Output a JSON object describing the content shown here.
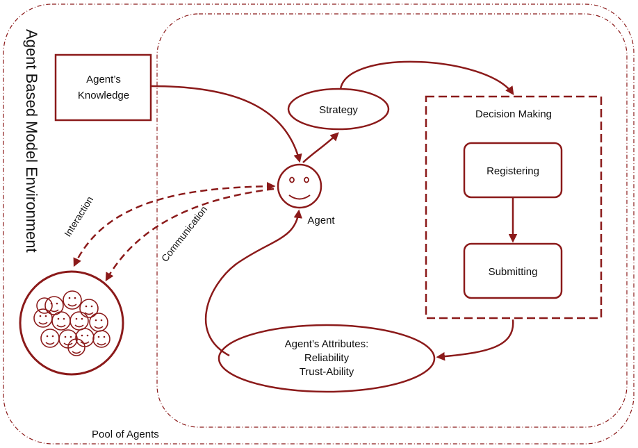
{
  "colors": {
    "accent": "#8b1a1a",
    "text": "#111111",
    "background": "#ffffff"
  },
  "environment": {
    "title": "Agent Based Model Environment",
    "pool_label": "Pool of Agents"
  },
  "knowledge_box": {
    "line1": "Agent’s",
    "line2": "Knowledge"
  },
  "strategy": {
    "label": "Strategy"
  },
  "agent": {
    "label": "Agent",
    "icon": "smiley-face-icon"
  },
  "decision_making": {
    "title": "Decision Making",
    "step1": "Registering",
    "step2": "Submitting"
  },
  "attributes": {
    "line1": "Agent’s Attributes:",
    "line2": "Reliability",
    "line3": "Trust-Ability"
  },
  "links": {
    "interaction": "Interaction",
    "communication": "Communication"
  },
  "pool_icon": "crowd-of-faces-icon"
}
